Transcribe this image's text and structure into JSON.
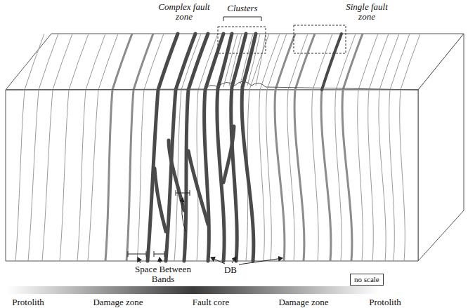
{
  "diagram": {
    "nodes": [
      {
        "text": [
          "no scale"
        ]
      }
    ],
    "labels": [
      "Complex fault zone",
      "Clusters",
      "Single fault zone",
      "Space Between Bands",
      "DB",
      "Protolith",
      "Damage zone",
      "Fault core",
      "Damage zone",
      "Protolith"
    ]
  }
}
